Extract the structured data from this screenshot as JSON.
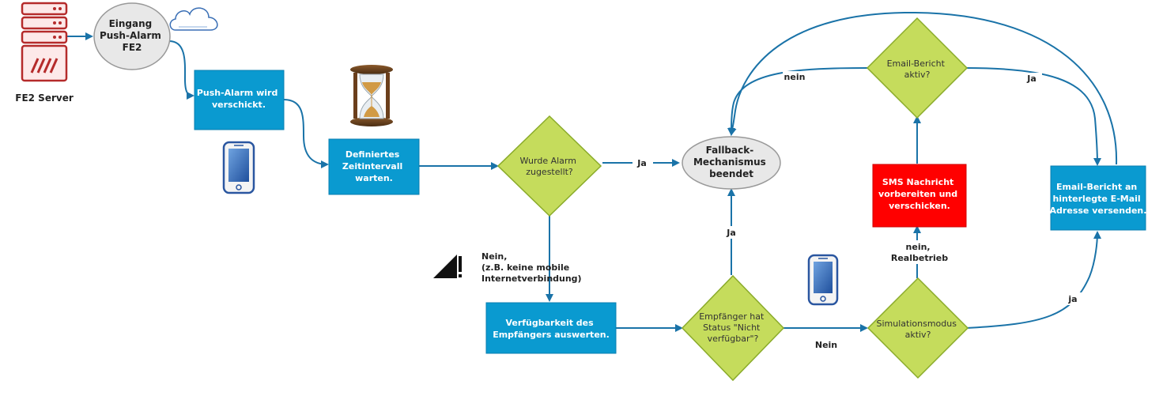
{
  "colors": {
    "process_blue": "#0a9ad0",
    "decision_green": "#c5dc5c",
    "decision_border": "#8aab2a",
    "alert_red": "#ff0000",
    "flow_line": "#1a73a8",
    "server_red": "#b52b2b",
    "ellipse_fill": "#e8e8e8"
  },
  "nodes": {
    "server_label": "FE2 Server",
    "eingang": [
      "Eingang",
      "Push-Alarm",
      "FE2"
    ],
    "push_sent": [
      "Push-Alarm wird",
      "verschickt."
    ],
    "wait": [
      "Definiertes",
      "Zeitintervall",
      "warten."
    ],
    "delivered": [
      "Wurde Alarm",
      "zugestellt?"
    ],
    "fallback_end": [
      "Fallback-",
      "Mechanismus",
      "beendet"
    ],
    "email_active": [
      "Email-Bericht",
      "aktiv?"
    ],
    "sms": [
      "SMS Nachricht",
      "vorbereiten und",
      "verschicken."
    ],
    "email_send": [
      "Email-Bericht an",
      "hinterlegte E-Mail",
      "Adresse versenden."
    ],
    "availability": [
      "Verfügbarkeit des",
      "Empfängers auswerten."
    ],
    "status": [
      "Empfänger hat",
      "Status \"Nicht",
      "verfügbar\"?"
    ],
    "simulation": [
      "Simulationsmodus",
      "aktiv?"
    ]
  },
  "edge_labels": {
    "ja_delivered": "Ja",
    "nein_delivered": [
      "Nein,",
      "(z.B. keine mobile",
      "Internetverbindung)"
    ],
    "ja_status": "Ja",
    "nein_status": "Nein",
    "nein_simulation": [
      "nein,",
      "Realbetrieb"
    ],
    "ja_simulation": "ja",
    "nein_email": "nein",
    "ja_email": "Ja"
  },
  "icons": [
    "server-icon",
    "cloud-icon",
    "hourglass-icon",
    "smartphone-icon",
    "no-signal-warning-icon"
  ]
}
